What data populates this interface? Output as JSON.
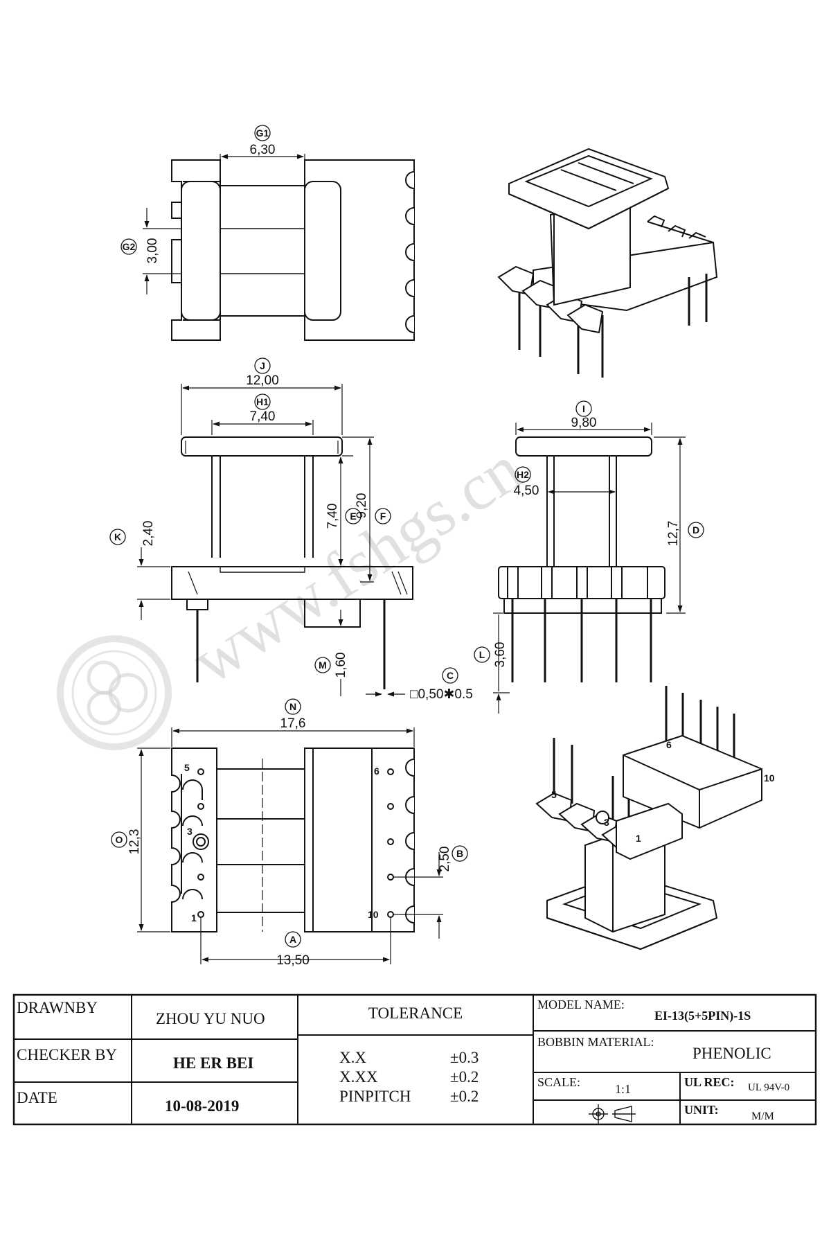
{
  "dimensions": {
    "g1": {
      "bubble": "G1",
      "value": "6,30"
    },
    "g2": {
      "bubble": "G2",
      "value": "3,00"
    },
    "j": {
      "bubble": "J",
      "value": "12,00"
    },
    "h1": {
      "bubble": "H1",
      "value": "7,40"
    },
    "i": {
      "bubble": "I",
      "value": "9,80"
    },
    "h2": {
      "bubble": "H2",
      "value": "4,50"
    },
    "e": {
      "bubble": "E",
      "value": "7,40"
    },
    "f": {
      "bubble": "F",
      "value": "9,20"
    },
    "k": {
      "bubble": "K",
      "value": "2,40"
    },
    "d": {
      "bubble": "D",
      "value": "12,7"
    },
    "m": {
      "bubble": "M",
      "value": "1,60"
    },
    "c": {
      "bubble": "C",
      "value": "□0,50✱0.5"
    },
    "l": {
      "bubble": "L",
      "value": "3,60"
    },
    "n": {
      "bubble": "N",
      "value": "17,6"
    },
    "o": {
      "bubble": "O",
      "value": "12,3"
    },
    "b": {
      "bubble": "B",
      "value": "2,50"
    },
    "a": {
      "bubble": "A",
      "value": "13,50"
    }
  },
  "pin_labels": {
    "bottom_view": {
      "p5": "5",
      "p3": "3",
      "p1": "1",
      "p6": "6",
      "p10": "10"
    },
    "iso_view": {
      "p6": "6",
      "p10": "10",
      "p5": "5",
      "p3": "3",
      "p1": "1"
    }
  },
  "watermark": "www.fshgs.cn",
  "title_block": {
    "drawn_by_label": "DRAWNBY",
    "drawn_by_value": "ZHOU YU NUO",
    "checker_label": "CHECKER BY",
    "checker_value": "HE ER BEI",
    "date_label": "DATE",
    "date_value": "10-08-2019",
    "tolerance_label": "TOLERANCE",
    "tolerances": [
      {
        "name": "X.X",
        "value": "±0.3"
      },
      {
        "name": "X.XX",
        "value": "±0.2"
      },
      {
        "name": "PINPITCH",
        "value": "±0.2"
      }
    ],
    "model_label": "MODEL NAME:",
    "model_value": "EI-13(5+5PIN)-1S",
    "material_label": "BOBBIN MATERIAL:",
    "material_value": "PHENOLIC",
    "scale_label": "SCALE:",
    "scale_value": "1:1",
    "ul_label": "UL REC:",
    "ul_value": "UL 94V-0",
    "unit_label": "UNIT:",
    "unit_value": "M/M"
  }
}
